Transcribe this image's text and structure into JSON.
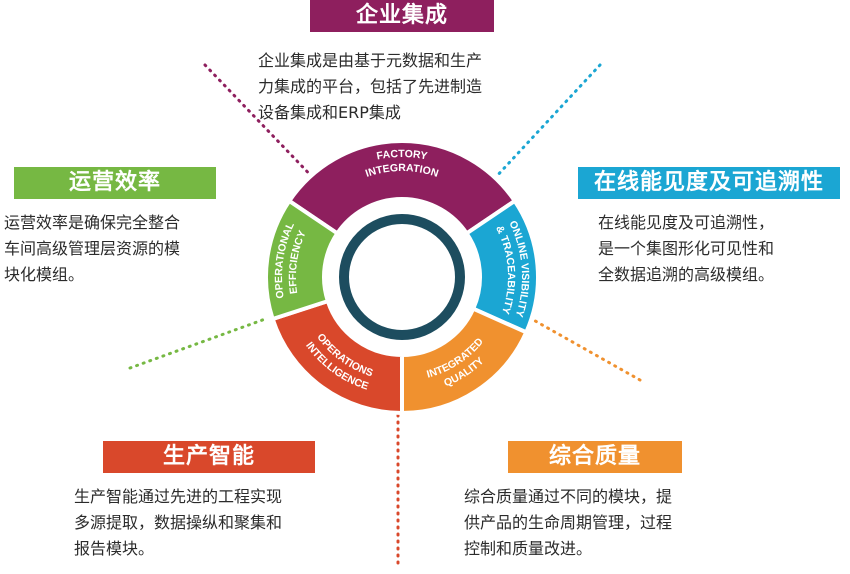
{
  "segments": [
    {
      "id": "factory",
      "color": "#8e1f5e",
      "arc_label_1": "FACTORY",
      "arc_label_2": "INTEGRATION",
      "title": "企业集成",
      "desc_lines": [
        "企业集成是由基于元数据和生产",
        "力集成的平台，包括了先进制造",
        "设备集成和ERP集成"
      ]
    },
    {
      "id": "online",
      "color": "#1ba6d3",
      "arc_label_1": "ONLINE VISIBILITY",
      "arc_label_2": "& TRACEABILITY",
      "title": "在线能见度及可追溯性",
      "desc_lines": [
        "在线能见度及可追溯性，",
        "是一个集图形化可见性和",
        "全数据追溯的高级模组。"
      ]
    },
    {
      "id": "quality",
      "color": "#f0912f",
      "arc_label_1": "INTEGRATED",
      "arc_label_2": "QUALITY",
      "title": "综合质量",
      "desc_lines": [
        "综合质量通过不同的模块，提",
        "供产品的生命周期管理，过程",
        "控制和质量改进。"
      ]
    },
    {
      "id": "intelligence",
      "color": "#d9482b",
      "arc_label_1": "OPERATIONS",
      "arc_label_2": "INTELLIGENCE",
      "title": "生产智能",
      "desc_lines": [
        "生产智能通过先进的工程实现",
        "多源提取，数据操纵和聚集和",
        "报告模块。"
      ]
    },
    {
      "id": "efficiency",
      "color": "#76b843",
      "arc_label_1": "OPERATIONAL",
      "arc_label_2": "EFFICIENCY",
      "title": "运营效率",
      "desc_lines": [
        "运营效率是确保完全整合",
        "车间高级管理层资源的模",
        "块化模组。"
      ]
    }
  ],
  "center_ring_color": "#1d4d5f"
}
